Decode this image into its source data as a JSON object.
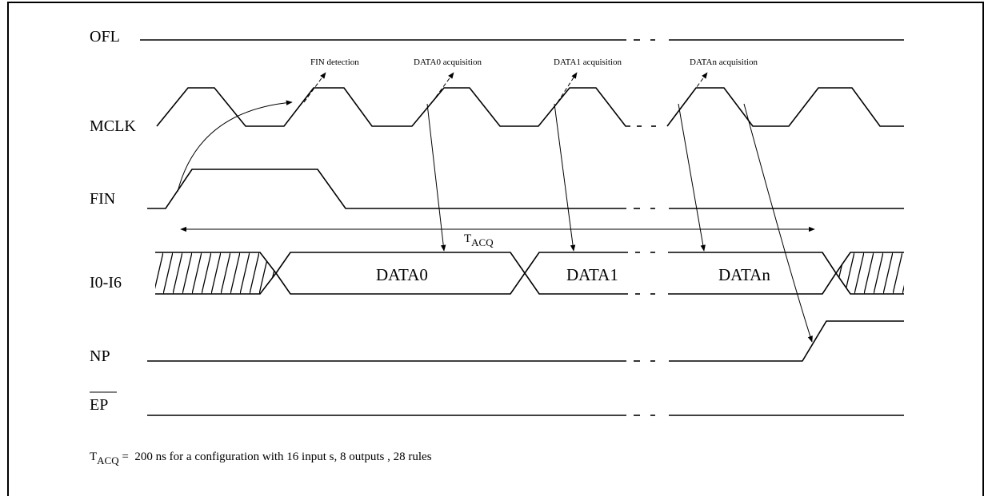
{
  "signals": {
    "ofl": "OFL",
    "mclk": "MCLK",
    "fin": "FIN",
    "io": "I0-I6",
    "np": "NP",
    "ep": "EP"
  },
  "events": {
    "fin_detection": "FIN detection",
    "data0_acq": "DATA0 acquisition",
    "data1_acq": "DATA1 acquisition",
    "datan_acq": "DATAn acquisition"
  },
  "data_words": {
    "data0": "DATA0",
    "data1": "DATA1",
    "datan": "DATAn"
  },
  "tacq": {
    "main": "T",
    "sub": "ACQ"
  },
  "footnote": {
    "main": "T",
    "sub": "ACQ",
    "rest": " =  200 ns for a configuration with 16 input s, 8 outputs , 28 rules"
  }
}
